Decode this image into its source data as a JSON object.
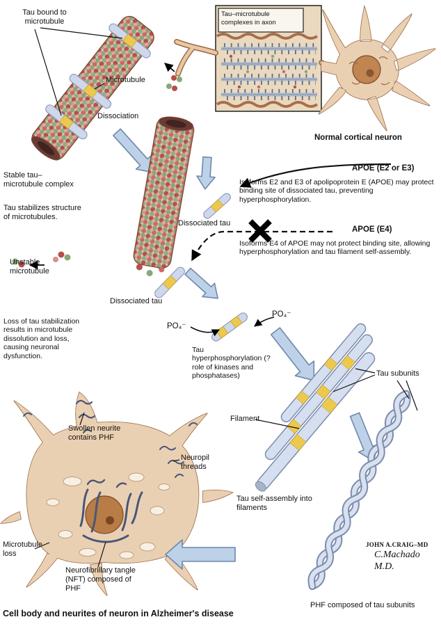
{
  "bottom_title": "Cell body and neurites of neuron in Alzheimer's disease",
  "top": {
    "tau_bound": "Tau bound to microtubule",
    "microtubule": "Microtubule",
    "inset_title": "Tau–microtubule complexes in axon",
    "normal_neuron": "Normal cortical neuron",
    "dissociation": "Dissociation",
    "stable_complex": "Stable tau–microtubule complex",
    "tau_stabilizes": "Tau stabilizes structure of microtubules."
  },
  "apoe": {
    "e2e3_title": "APOE (E2 or E3)",
    "e2e3_text": "Isoforms E2 and E3 of apolipoprotein E (APOE) may protect binding site of dissociated tau, preventing hyperphosphorylation.",
    "e4_title": "APOE (E4)",
    "e4_text": "Isoforms E4 of APOE may not protect binding site, allowing hyperphosphorylation and tau filament self-assembly."
  },
  "middle": {
    "dissociated_tau_1": "Dissociated tau",
    "dissociated_tau_2": "Dissociated tau",
    "unstable_microtubule": "Unstable microtubule",
    "loss_text": "Loss of tau stabilization results in microtubule dissolution and loss, causing neuronal dysfunction.",
    "po4_left": "PO₄⁻",
    "po4_right": "PO₄⁻",
    "hyperphosphorylation": "Tau hyperphosphorylation (? role of kinases and phosphatases)"
  },
  "filaments": {
    "tau_subunits": "Tau subunits",
    "filament": "Filament",
    "self_assembly": "Tau self-assembly into filaments",
    "phf": "PHF composed of tau subunits"
  },
  "alzheimer": {
    "swollen_neurite": "Swollen neurite contains PHF",
    "neuropil_threads": "Neuropil threads",
    "microtubule_loss": "Microtubule loss",
    "nft": "Neurofibrillary tangle (NFT) composed of PHF"
  },
  "signatures": {
    "artist_1": "JOHN A.CRAIG–MD",
    "artist_2": "C.Machado M.D."
  },
  "colors": {
    "tau_band": "#cfd8ea",
    "phosphorylated_site": "#ecc94e",
    "block_arrow_fill": "#bdd1e8",
    "block_arrow_stroke": "#6d88ac",
    "neuron_fill": "#ead0b2",
    "neuron_outline": "#9a6844",
    "microtubule_red": "#b4504c",
    "microtubule_green": "#87a878",
    "tangle_color": "#49567a"
  }
}
